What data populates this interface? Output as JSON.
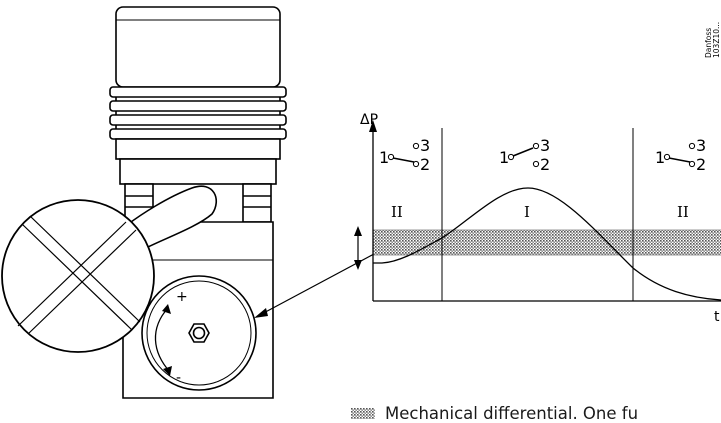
{
  "brand": {
    "line1": "Danfoss",
    "line2": "103Z10..."
  },
  "graph": {
    "y_axis_label": "ΔP",
    "x_axis_label": "t",
    "regions": [
      {
        "label": "II",
        "switch": {
          "common": "1",
          "contact_a": "3",
          "contact_b": "2"
        }
      },
      {
        "label": "I",
        "switch": {
          "common": "1",
          "contact_a": "3",
          "contact_b": "2"
        }
      },
      {
        "label": "II",
        "switch": {
          "common": "1",
          "contact_a": "3",
          "contact_b": "2"
        }
      }
    ]
  },
  "device": {
    "adjust_plus": "+",
    "adjust_minus": "-"
  },
  "legend": {
    "text": "Mechanical differential. One fu"
  }
}
